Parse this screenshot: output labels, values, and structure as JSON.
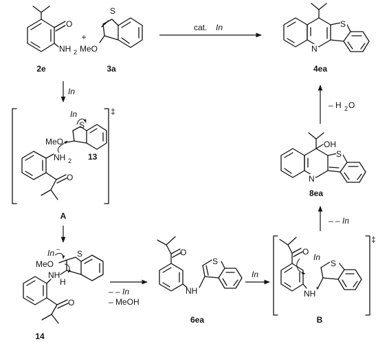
{
  "compounds": {
    "c2e": "2e",
    "c3a": "3a",
    "c4ea": "4ea",
    "c8ea": "8ea",
    "c13": "13",
    "cA": "A",
    "c14": "14",
    "c6ea": "6ea",
    "cB": "B"
  },
  "atoms": {
    "O": "O",
    "S": "S",
    "N": "N",
    "NH2": "NH",
    "sub2": "2",
    "MeO": "MeO",
    "OH": "OH",
    "NH": "NH",
    "H": "H",
    "In": "In",
    "plus": "+",
    "minus": "–",
    "dagger": "‡"
  },
  "reagents": {
    "top_arrow_prefix": "cat. ",
    "top_arrow_catalyst": "In",
    "down_arrow": "In",
    "minus_h2o": "– H",
    "h2o_sub": "2",
    "h2o_o": "O",
    "minus_in": "– In",
    "mid_minus_in": "– In",
    "mid_minus_meoh": "– MeOH",
    "right_arrow": "In"
  }
}
